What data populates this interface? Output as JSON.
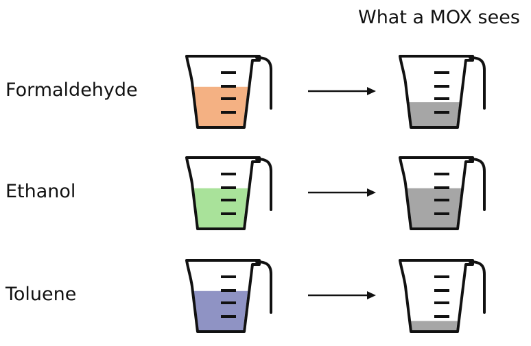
{
  "header": {
    "title": "What a MOX sees"
  },
  "rows": [
    {
      "label": "Formaldehyde",
      "source_fill": 0.6,
      "source_color": "#F4B183",
      "mox_fill": 0.37,
      "mox_color": "#A6A6A6"
    },
    {
      "label": "Ethanol",
      "source_fill": 0.6,
      "source_color": "#A9E29A",
      "mox_fill": 0.6,
      "mox_color": "#A6A6A6"
    },
    {
      "label": "Toluene",
      "source_fill": 0.6,
      "source_color": "#8F93C4",
      "mox_fill": 0.15,
      "mox_color": "#A6A6A6"
    }
  ],
  "icons": {
    "source": "measuring-cup-icon",
    "arrow": "right-arrow-icon",
    "mox": "measuring-cup-icon"
  }
}
